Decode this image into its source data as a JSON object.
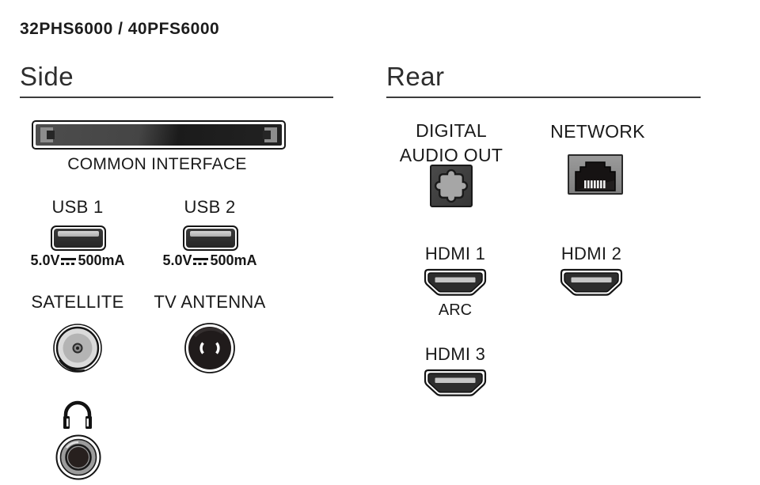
{
  "page": {
    "title": "32PHS6000 / 40PFS6000"
  },
  "side": {
    "heading": "Side",
    "common_interface": {
      "label": "COMMON INTERFACE"
    },
    "usb_ports": [
      {
        "label": "USB 1",
        "rating_volts": "5.0V",
        "rating_current": "500mA"
      },
      {
        "label": "USB 2",
        "rating_volts": "5.0V",
        "rating_current": "500mA"
      }
    ],
    "satellite": {
      "label": "SATELLITE"
    },
    "tv_antenna": {
      "label": "TV ANTENNA"
    }
  },
  "rear": {
    "heading": "Rear",
    "digital_audio_out": {
      "label_line1": "DIGITAL",
      "label_line2": "AUDIO OUT"
    },
    "network": {
      "label": "NETWORK"
    },
    "hdmi_ports": [
      {
        "label": "HDMI 1",
        "sublabel": "ARC"
      },
      {
        "label": "HDMI 2"
      },
      {
        "label": "HDMI 3"
      }
    ]
  },
  "colors": {
    "text": "#1a1a1a",
    "heading": "#2d2d2d",
    "rule": "#3c3c3c",
    "port_dark": "#2d2d2d",
    "port_gray": "#a8a8a8"
  }
}
